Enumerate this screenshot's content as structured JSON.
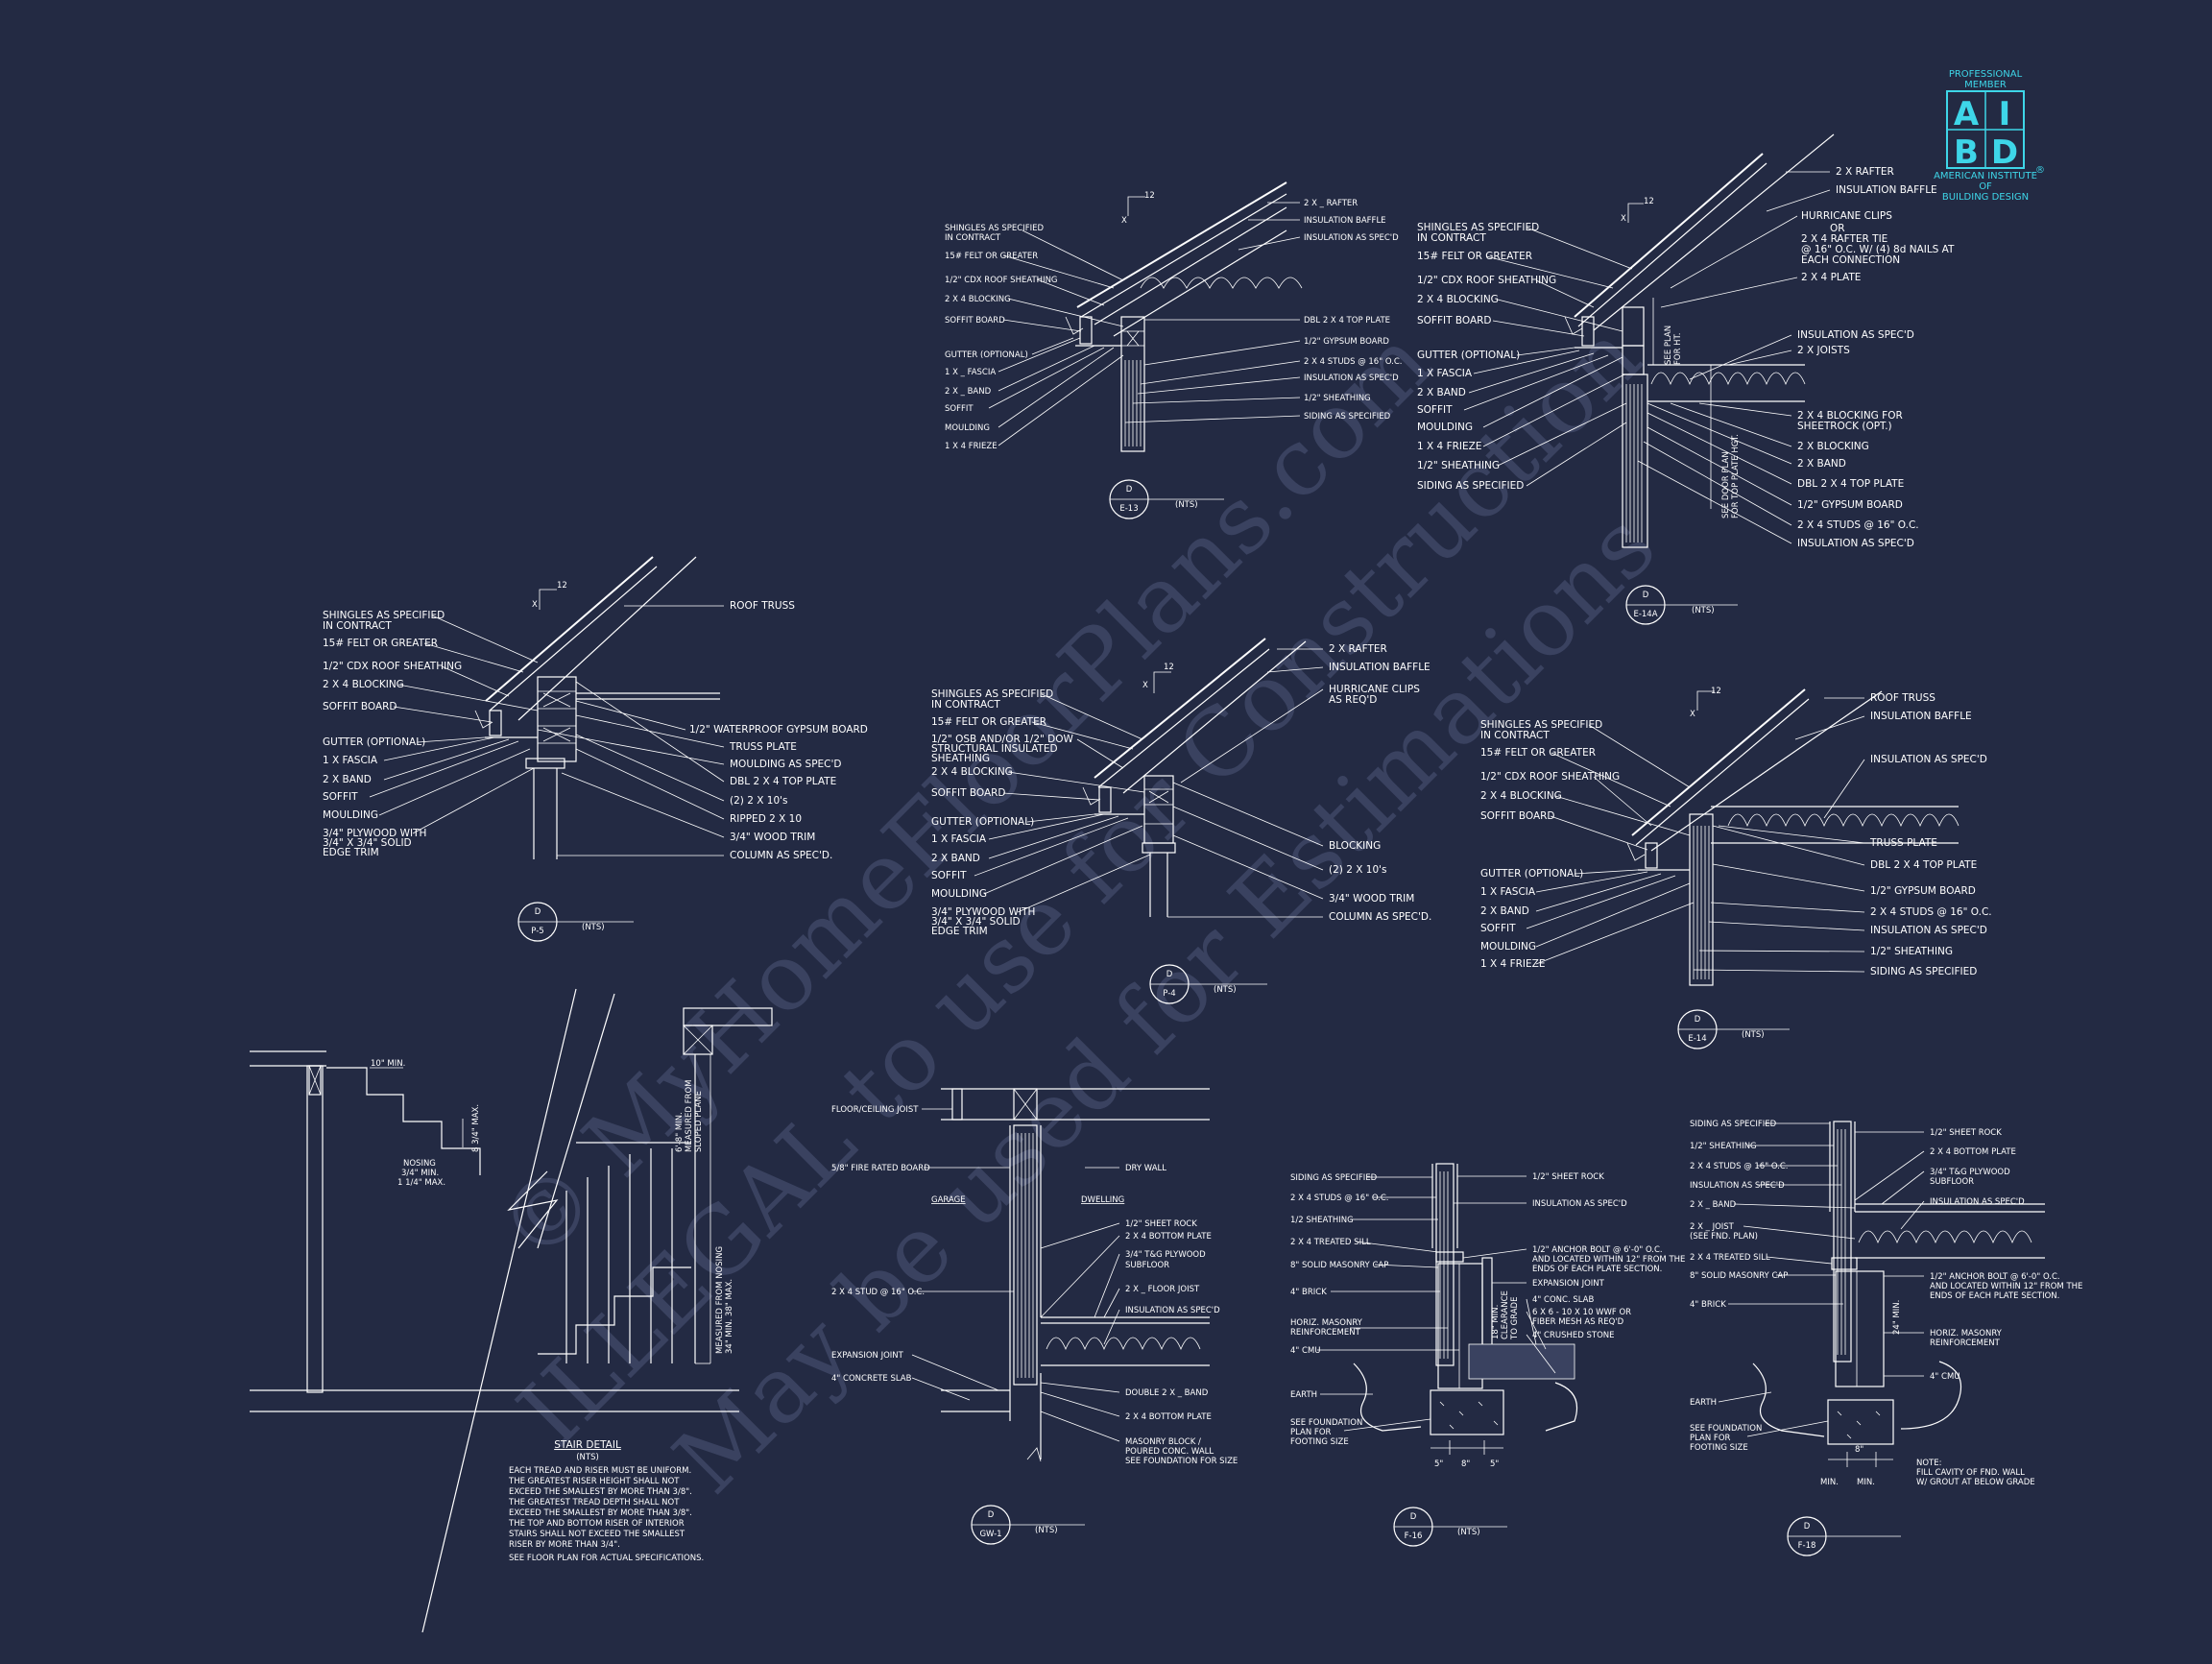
{
  "watermark": {
    "line1": "© MyHomeFloorPlans.com",
    "line2": "ILLEGAL to use for Construction",
    "line3": "May be used for Estimations"
  },
  "logo": {
    "top1": "PROFESSIONAL",
    "top2": "MEMBER",
    "letters": [
      "A",
      "I",
      "B",
      "D"
    ],
    "reg": "®",
    "bottom1": "AMERICAN INSTITUTE",
    "bottom2": "OF",
    "bottom3": "BUILDING DESIGN",
    "color": "#3ed6e8"
  },
  "common": {
    "nts": "(NTS)",
    "pitch_run": "12",
    "pitch_x": "X",
    "tag_letter": "D"
  },
  "details": {
    "e13": {
      "tag": "E-13",
      "left": [
        "SHINGLES AS SPECIFIED",
        "IN CONTRACT",
        "15# FELT OR GREATER",
        "1/2\" CDX ROOF SHEATHING",
        "2 X 4 BLOCKING",
        "SOFFIT BOARD",
        "GUTTER (OPTIONAL)",
        "1 X _ FASCIA",
        "2 X _ BAND",
        "SOFFIT",
        "MOULDING",
        "1 X 4 FRIEZE"
      ],
      "right": [
        "2 X _ RAFTER",
        "INSULATION BAFFLE",
        "INSULATION AS SPEC'D",
        "DBL 2 X 4 TOP PLATE",
        "1/2\" GYPSUM BOARD",
        "2 X 4 STUDS @ 16\" O.C.",
        "INSULATION AS SPEC'D",
        "1/2\" SHEATHING",
        "SIDING AS SPECIFIED"
      ]
    },
    "e14a": {
      "tag": "E-14A",
      "left": [
        "SHINGLES AS SPECIFIED",
        "IN CONTRACT",
        "15# FELT OR GREATER",
        "1/2\" CDX ROOF SHEATHING",
        "2 X 4 BLOCKING",
        "SOFFIT BOARD",
        "GUTTER (OPTIONAL)",
        "1 X FASCIA",
        "2 X BAND",
        "SOFFIT",
        "MOULDING",
        "1 X 4 FRIEZE",
        "1/2\" SHEATHING",
        "SIDING AS SPECIFIED"
      ],
      "right": [
        "2 X RAFTER",
        "INSULATION BAFFLE",
        "HURRICANE CLIPS",
        "OR",
        "2 X 4 RAFTER TIE",
        "@ 16\" O.C. W/ (4) 8d NAILS AT",
        "EACH CONNECTION",
        "2 X 4 PLATE",
        "INSULATION AS SPEC'D",
        "2 X JOISTS",
        "2 X 4 BLOCKING FOR",
        "SHEETROCK (OPT.)",
        "2 X BLOCKING",
        "2 X BAND",
        "DBL 2 X 4 TOP PLATE",
        "1/2\" GYPSUM BOARD",
        "2 X 4 STUDS @ 16\" O.C.",
        "INSULATION AS SPEC'D"
      ],
      "vert1": "SEE PLAN",
      "vert2": "FOR HT.",
      "vert3": "SEE DOOR PLAN",
      "vert4": "FOR TOP PLATE HGT."
    },
    "p5": {
      "tag": "P-5",
      "left": [
        "SHINGLES AS SPECIFIED",
        "IN CONTRACT",
        "15# FELT OR GREATER",
        "1/2\" CDX ROOF SHEATHING",
        "2 X 4 BLOCKING",
        "SOFFIT BOARD",
        "GUTTER (OPTIONAL)",
        "1 X FASCIA",
        "2 X BAND",
        "SOFFIT",
        "MOULDING",
        "3/4\" PLYWOOD WITH",
        "3/4\" X 3/4\" SOLID",
        "EDGE TRIM"
      ],
      "right": [
        "ROOF TRUSS",
        "1/2\" WATERPROOF GYPSUM BOARD",
        "TRUSS PLATE",
        "MOULDING AS SPEC'D",
        "DBL 2 X 4 TOP PLATE",
        "(2) 2 X 10's",
        "RIPPED 2 X 10",
        "3/4\" WOOD TRIM",
        "COLUMN AS SPEC'D."
      ]
    },
    "p4": {
      "tag": "P-4",
      "left": [
        "SHINGLES AS SPECIFIED",
        "IN CONTRACT",
        "15# FELT OR GREATER",
        "1/2\" OSB AND/OR 1/2\" DOW",
        "STRUCTURAL INSULATED",
        "SHEATHING",
        "2 X 4 BLOCKING",
        "SOFFIT BOARD",
        "GUTTER (OPTIONAL)",
        "1 X FASCIA",
        "2 X BAND",
        "SOFFIT",
        "MOULDING",
        "3/4\" PLYWOOD WITH",
        "3/4\" X 3/4\" SOLID",
        "EDGE TRIM"
      ],
      "right": [
        "2 X RAFTER",
        "INSULATION BAFFLE",
        "HURRICANE CLIPS",
        "AS REQ'D",
        "BLOCKING",
        "(2) 2 X 10's",
        "3/4\" WOOD TRIM",
        "COLUMN AS SPEC'D."
      ]
    },
    "e14": {
      "tag": "E-14",
      "left": [
        "SHINGLES AS SPECIFIED",
        "IN CONTRACT",
        "15# FELT OR GREATER",
        "1/2\" CDX ROOF SHEATHING",
        "2 X 4 BLOCKING",
        "SOFFIT BOARD",
        "GUTTER (OPTIONAL)",
        "1 X FASCIA",
        "2 X BAND",
        "SOFFIT",
        "MOULDING",
        "1 X 4 FRIEZE"
      ],
      "right": [
        "ROOF TRUSS",
        "INSULATION BAFFLE",
        "INSULATION AS SPEC'D",
        "TRUSS PLATE",
        "DBL 2 X 4 TOP PLATE",
        "1/2\" GYPSUM BOARD",
        "2 X 4 STUDS @ 16\" O.C.",
        "INSULATION AS SPEC'D",
        "1/2\" SHEATHING",
        "SIDING AS SPECIFIED"
      ]
    },
    "stair": {
      "title": "STAIR DETAIL",
      "sub": "(NTS)",
      "dims": [
        "10\" MIN.",
        "NOSING",
        "3/4\" MIN.",
        "1 1/4\" MAX.",
        "8 3/4\" MAX.",
        "6'-8\" MIN.",
        "MEASURED FROM",
        "SLOPED PLANE",
        "MEASURED FROM NOSING",
        "34\" MIN. 38\" MAX."
      ],
      "notes": [
        "EACH TREAD AND RISER MUST BE UNIFORM.",
        "THE GREATEST RISER HEIGHT SHALL NOT",
        "EXCEED THE SMALLEST BY MORE THAN 3/8\".",
        "THE GREATEST TREAD DEPTH SHALL NOT",
        "EXCEED THE SMALLEST BY MORE THAN 3/8\".",
        "THE TOP AND BOTTOM RISER OF INTERIOR",
        "STAIRS SHALL NOT EXCEED THE SMALLEST",
        "RISER BY MORE THAN 3/4\".",
        "SEE FLOOR PLAN FOR ACTUAL SPECIFICATIONS."
      ]
    },
    "gw1": {
      "tag": "GW-1",
      "left": [
        "FLOOR/CEILING JOIST",
        "5/8\" FIRE RATED BOARD",
        "GARAGE",
        "2 X 4 STUD @ 16\" O.C.",
        "EXPANSION JOINT",
        "4\" CONCRETE SLAB"
      ],
      "right": [
        "DRY WALL",
        "DWELLING",
        "1/2\" SHEET ROCK",
        "2 X 4 BOTTOM PLATE",
        "3/4\" T&G PLYWOOD",
        "SUBFLOOR",
        "2 X _ FLOOR JOIST",
        "INSULATION AS SPEC'D",
        "DOUBLE 2 X _ BAND",
        "2 X 4 BOTTOM PLATE",
        "MASONRY BLOCK /",
        "POURED CONC. WALL",
        "SEE FOUNDATION FOR SIZE"
      ]
    },
    "f16": {
      "tag": "F-16",
      "left": [
        "SIDING AS SPECIFIED",
        "2 X 4 STUDS @ 16\" O.C.",
        "1/2 SHEATHING",
        "2 X 4 TREATED SILL",
        "8\" SOLID MASONRY CAP",
        "4\" BRICK",
        "HORIZ. MASONRY",
        "REINFORCEMENT",
        "4\" CMU",
        "EARTH",
        "SEE FOUNDATION",
        "PLAN FOR",
        "FOOTING SIZE"
      ],
      "right": [
        "1/2\" SHEET ROCK",
        "INSULATION AS SPEC'D",
        "1/2\" ANCHOR BOLT @ 6'-0\" O.C.",
        "AND LOCATED WITHIN 12\" FROM THE",
        "ENDS OF EACH PLATE SECTION.",
        "EXPANSION JOINT",
        "4\" CONC. SLAB",
        "6 X 6 - 10 X 10 WWF OR",
        "FIBER MESH AS REQ'D",
        "4\" CRUSHED STONE"
      ],
      "vert": [
        "18\" MIN.",
        "CLEARANCE",
        "TO GRADE"
      ],
      "dims": [
        "5\"",
        "8\"",
        "5\""
      ]
    },
    "f18": {
      "tag": "F-18",
      "left": [
        "SIDING AS SPECIFIED",
        "1/2\" SHEATHING",
        "2 X 4 STUDS @ 16\" O.C.",
        "INSULATION AS SPEC'D",
        "2 X _ BAND",
        "2 X _ JOIST",
        "(SEE FND. PLAN)",
        "2 X 4 TREATED SILL",
        "8\" SOLID MASONRY CAP",
        "4\" BRICK",
        "EARTH",
        "SEE FOUNDATION",
        "PLAN FOR",
        "FOOTING SIZE"
      ],
      "right": [
        "1/2\" SHEET ROCK",
        "2 X 4 BOTTOM PLATE",
        "3/4\" T&G PLYWOOD",
        "SUBFLOOR",
        "INSULATION AS SPEC'D",
        "1/2\" ANCHOR BOLT @ 6'-0\" O.C.",
        "AND LOCATED WITHIN 12\" FROM THE",
        "ENDS OF EACH PLATE SECTION.",
        "HORIZ. MASONRY",
        "REINFORCEMENT",
        "4\" CMU"
      ],
      "vert": "24\" MIN.",
      "dims": [
        "8\"",
        "MIN.",
        "MIN."
      ],
      "note": [
        "NOTE:",
        "FILL CAVITY OF FND. WALL",
        "W/ GROUT AT BELOW GRADE"
      ]
    }
  }
}
